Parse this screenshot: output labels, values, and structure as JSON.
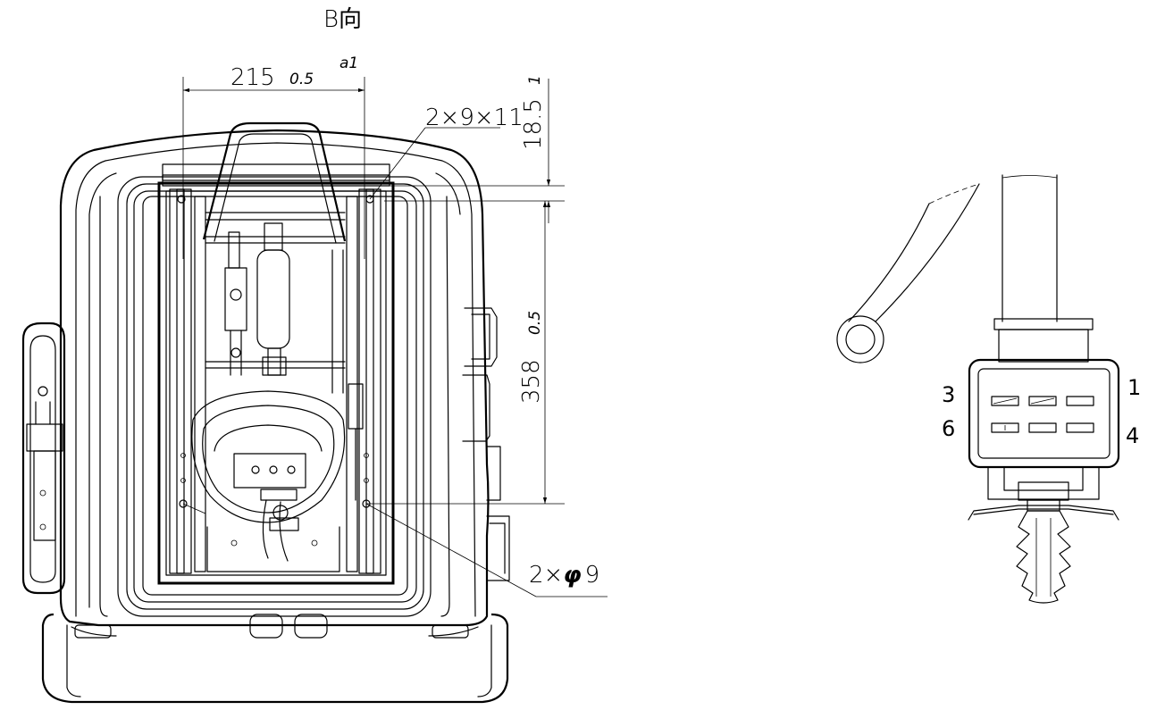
{
  "view_label": "B向",
  "dimensions": {
    "width": "215",
    "width_tol": "0.5",
    "top_note": "a1",
    "top_offset": "18.5",
    "top_offset_tol": "1",
    "height": "358",
    "height_tol": "0.5",
    "slot": "2×9×11",
    "hole": "2×",
    "hole_symbol": "φ",
    "hole_size": "9"
  },
  "connector": {
    "pins": [
      "3",
      "1",
      "6",
      "4"
    ]
  }
}
